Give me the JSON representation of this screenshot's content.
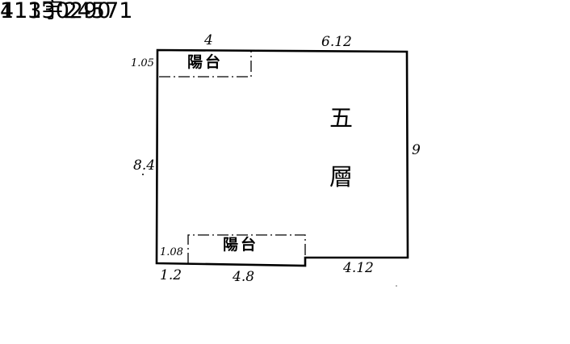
{
  "document": {
    "doc_number": "41130290",
    "permit_number": "113宇24571"
  },
  "floor_label": {
    "line1": "五",
    "line2": "層"
  },
  "rooms": {
    "top_balcony": "陽台",
    "bottom_balcony": "陽台"
  },
  "dimensions": {
    "top_left_segment": "4",
    "top_right_segment": "6.12",
    "top_balcony_depth": "1.05",
    "left_side": "8.4",
    "right_side": "9",
    "bottom_balcony_depth": "1.08",
    "bottom_left_offset": "1.2",
    "bottom_balcony_width": "4.8",
    "bottom_right_segment": "4.12"
  },
  "colors": {
    "ink": "#000000",
    "paper": "#ffffff"
  }
}
